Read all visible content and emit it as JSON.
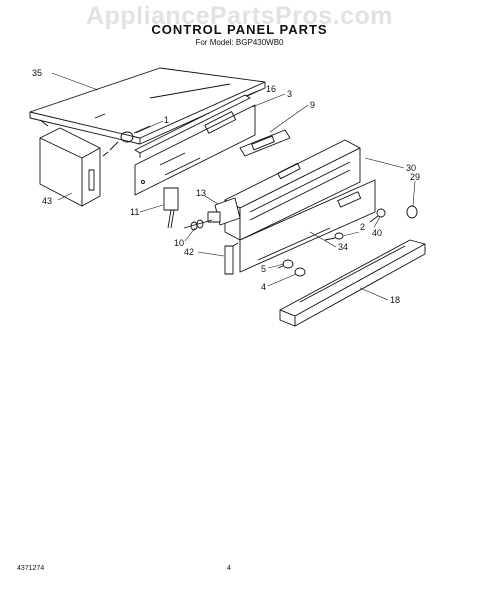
{
  "watermark": "AppliancePartsPros.com",
  "title": "CONTROL PANEL PARTS",
  "subtitle": "For Model: BGP430WB0",
  "footer": {
    "doc_number": "4371274",
    "page_number": "4"
  },
  "callouts": [
    "35",
    "1",
    "16",
    "3",
    "9",
    "30",
    "29",
    "43",
    "11",
    "13",
    "2",
    "40",
    "34",
    "10",
    "42",
    "5",
    "4",
    "18"
  ]
}
